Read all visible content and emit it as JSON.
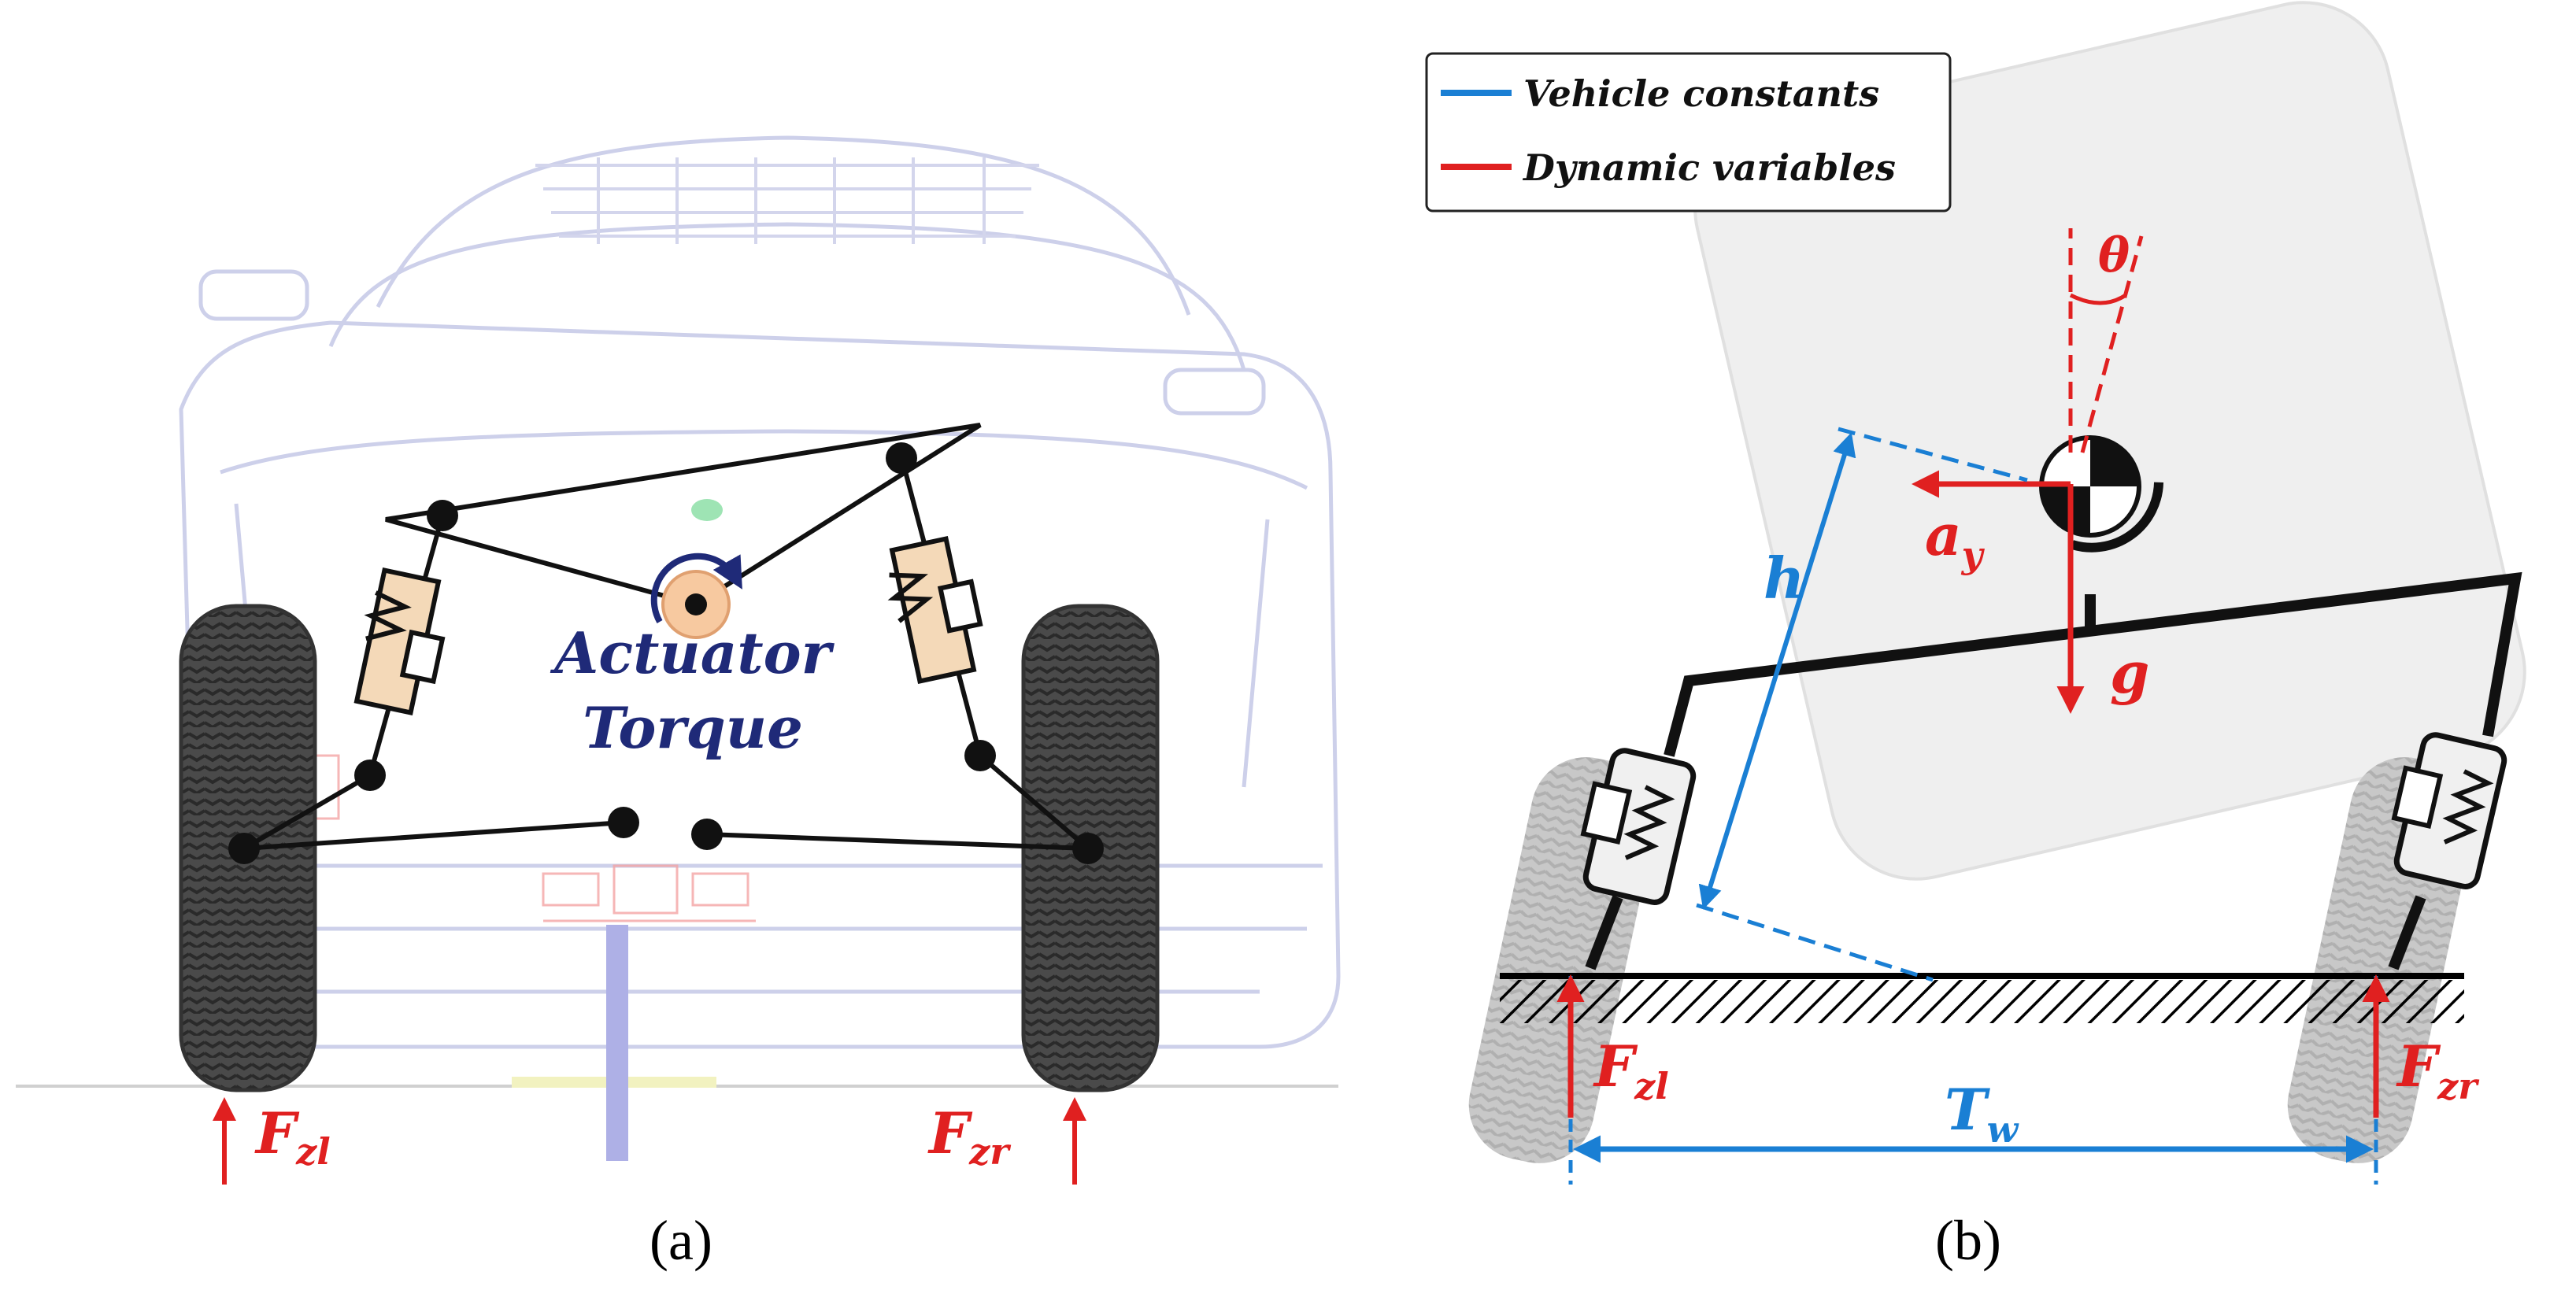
{
  "panel_a": {
    "caption": "(a)",
    "actuator_line1": "Actuator",
    "actuator_line2": "Torque",
    "force_left": {
      "main": "F",
      "sub": "zl"
    },
    "force_right": {
      "main": "F",
      "sub": "zr"
    }
  },
  "panel_b": {
    "caption": "(b)",
    "legend": [
      {
        "label": "Vehicle constants",
        "color": "#1a7fd4"
      },
      {
        "label": "Dynamic variables",
        "color": "#e02020"
      }
    ],
    "theta": "θ",
    "ay": {
      "main": "a",
      "sub": "y"
    },
    "g": "g",
    "h": "h",
    "tw": {
      "main": "T",
      "sub": "w"
    },
    "force_left": {
      "main": "F",
      "sub": "zl"
    },
    "force_right": {
      "main": "F",
      "sub": "zr"
    }
  },
  "colors": {
    "constant": "#1a7fd4",
    "dynamic": "#e02020",
    "actuator_text": "#1f2a78",
    "body_fill": "#efefef",
    "car_line": "#c8cbe8",
    "tire": "#555555"
  }
}
